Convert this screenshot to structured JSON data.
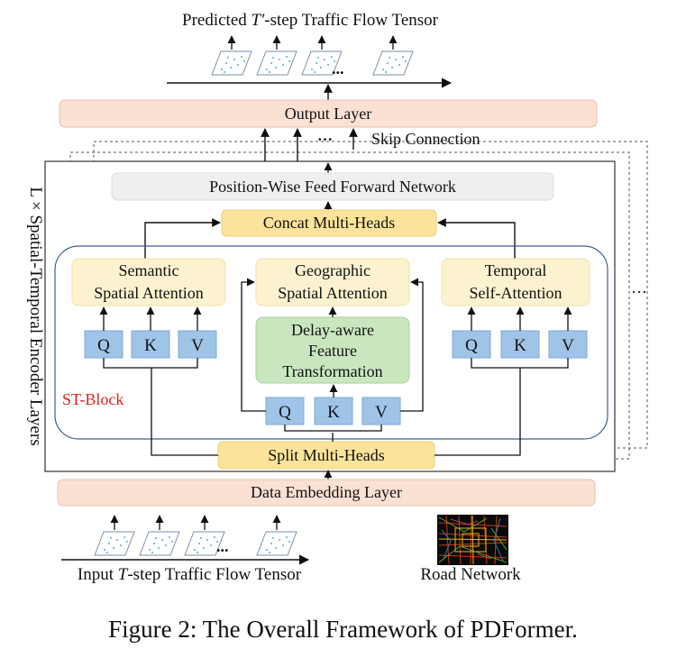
{
  "outputs": {
    "label_pre": "Predicted ",
    "label_var": "T′",
    "label_post": "-step Traffic Flow Tensor",
    "dots": "..."
  },
  "output_layer": "Output Layer",
  "skip": {
    "dots": "···",
    "label": "Skip Connection"
  },
  "encoder": {
    "side_label": "L × Spatial-Temporal Encoder Layers",
    "ffn": "Position-Wise Feed Forward Network",
    "concat": "Concat Multi-Heads",
    "split": "Split Multi-Heads",
    "stack_dots": "···",
    "st_block": {
      "label": "ST-Block",
      "semantic": {
        "line1": "Semantic",
        "line2": "Spatial Attention"
      },
      "geographic": {
        "line1": "Geographic",
        "line2": "Spatial Attention"
      },
      "temporal": {
        "line1": "Temporal",
        "line2": "Self-Attention"
      },
      "delay": {
        "line1": "Delay-aware",
        "line2": "Feature",
        "line3": "Transformation"
      },
      "qkv": [
        "Q",
        "K",
        "V"
      ]
    }
  },
  "embedding": "Data Embedding Layer",
  "inputs": {
    "label_pre": "Input ",
    "label_var": "T",
    "label_post": "-step Traffic Flow Tensor",
    "dots": "..."
  },
  "road_network": "Road Network",
  "caption": "Figure 2: The Overall Framework of PDFormer.",
  "colors": {
    "salmon": "#fbe0d4",
    "yellow": "#fce39a",
    "cream": "#fdf2cf",
    "green": "#c9e7bf",
    "blue": "#9fc4e8",
    "ffn_gray": "#efefef",
    "st_block_label": "#e0201b"
  }
}
